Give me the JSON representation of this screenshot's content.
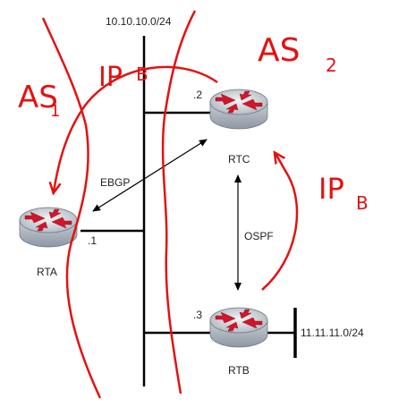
{
  "network": {
    "top_subnet": "10.10.10.0/24",
    "right_subnet": "11.11.11.0/24"
  },
  "routers": {
    "rta": {
      "name": "RTA",
      "iface": ".1"
    },
    "rtc": {
      "name": "RTC",
      "iface": ".2"
    },
    "rtb": {
      "name": "RTB",
      "iface": ".3"
    }
  },
  "links": {
    "ebgp": "EBGP",
    "ospf": "OSPF"
  },
  "annotations": {
    "as1": "AS",
    "as1_sub": "1",
    "as2": "AS",
    "as2_sub": "2",
    "ip_top": "IP",
    "ip_top_sub": "B",
    "ip_right": "IP",
    "ip_right_sub": "B"
  },
  "colors": {
    "annotation": "#e31212",
    "router_body": "#b9c0c8",
    "router_arrow": "#d2152b",
    "line": "#000000"
  }
}
